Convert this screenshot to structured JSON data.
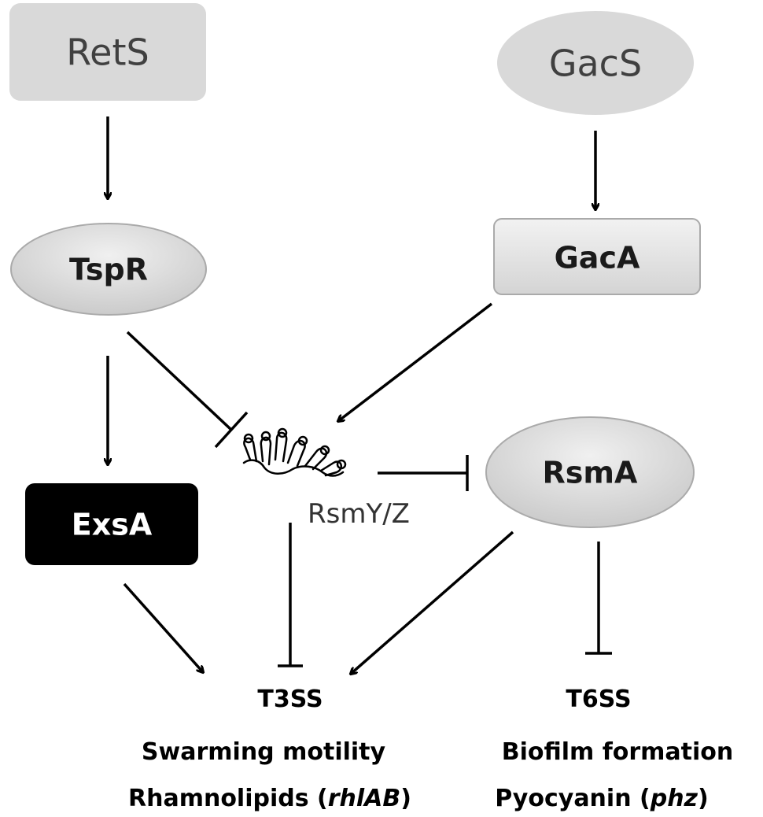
{
  "nodes": {
    "rets": "RetS",
    "gacs": "GacS",
    "tspr": "TspR",
    "gaca": "GacA",
    "exsa": "ExsA",
    "rsma": "RsmA",
    "rsmyz": "RsmY/Z"
  },
  "outputs_left": {
    "line1": "T3SS",
    "line2": "Swarming motility",
    "line3_text": "Rhamnolipids (",
    "line3_italic": "rhlAB",
    "line3_close": ")"
  },
  "outputs_right": {
    "line1": "T6SS",
    "line2": "Biofilm formation",
    "line3_text": "Pyocyanin (",
    "line3_italic": "phz",
    "line3_close": ")"
  },
  "colors": {
    "node_fill": "#d9d9d9",
    "exsa_fill": "#000000",
    "exsa_text": "#ffffff",
    "arrow": "#000000"
  }
}
